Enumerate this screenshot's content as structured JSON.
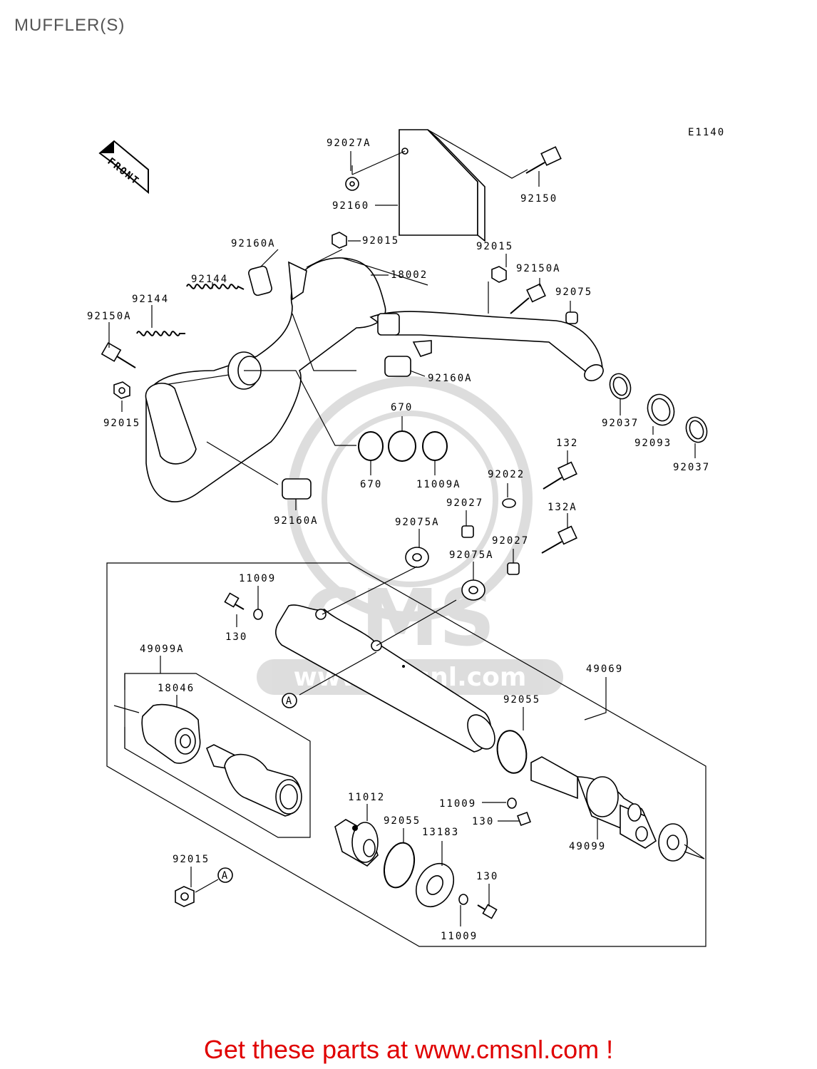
{
  "header": {
    "title": "MUFFLER(S)"
  },
  "diagram": {
    "code": "E1140",
    "front_label": "FRONT",
    "ref_marker": "A",
    "watermark_text": "www.cmsnl.com",
    "watermark_logo": "CMS",
    "part_labels": [
      {
        "id": "p1",
        "text": "92027A"
      },
      {
        "id": "p2",
        "text": "92160"
      },
      {
        "id": "p3",
        "text": "92150"
      },
      {
        "id": "p4",
        "text": "92015"
      },
      {
        "id": "p5",
        "text": "92160A"
      },
      {
        "id": "p6",
        "text": "92015"
      },
      {
        "id": "p7",
        "text": "92150A"
      },
      {
        "id": "p8",
        "text": "18002"
      },
      {
        "id": "p9",
        "text": "92144"
      },
      {
        "id": "p10",
        "text": "92075"
      },
      {
        "id": "p11",
        "text": "92144"
      },
      {
        "id": "p12",
        "text": "92150A"
      },
      {
        "id": "p13",
        "text": "92160A"
      },
      {
        "id": "p14",
        "text": "92015"
      },
      {
        "id": "p15",
        "text": "670"
      },
      {
        "id": "p16",
        "text": "92037"
      },
      {
        "id": "p17",
        "text": "92093"
      },
      {
        "id": "p18",
        "text": "92037"
      },
      {
        "id": "p19",
        "text": "132"
      },
      {
        "id": "p20",
        "text": "670"
      },
      {
        "id": "p21",
        "text": "11009A"
      },
      {
        "id": "p22",
        "text": "92022"
      },
      {
        "id": "p23",
        "text": "92160A"
      },
      {
        "id": "p24",
        "text": "92027"
      },
      {
        "id": "p25",
        "text": "132A"
      },
      {
        "id": "p26",
        "text": "92075A"
      },
      {
        "id": "p27",
        "text": "92027"
      },
      {
        "id": "p28",
        "text": "92075A"
      },
      {
        "id": "p29",
        "text": "11009"
      },
      {
        "id": "p30",
        "text": "130"
      },
      {
        "id": "p31",
        "text": "49099A"
      },
      {
        "id": "p32",
        "text": "49069"
      },
      {
        "id": "p33",
        "text": "18046"
      },
      {
        "id": "p34",
        "text": "92055"
      },
      {
        "id": "p35",
        "text": "11009"
      },
      {
        "id": "p36",
        "text": "11012"
      },
      {
        "id": "p37",
        "text": "130"
      },
      {
        "id": "p38",
        "text": "92055"
      },
      {
        "id": "p39",
        "text": "13183"
      },
      {
        "id": "p40",
        "text": "49099"
      },
      {
        "id": "p41",
        "text": "92015"
      },
      {
        "id": "p42",
        "text": "130"
      },
      {
        "id": "p43",
        "text": "11009"
      }
    ]
  },
  "footer": {
    "promo": "Get these parts at www.cmsnl.com !"
  }
}
